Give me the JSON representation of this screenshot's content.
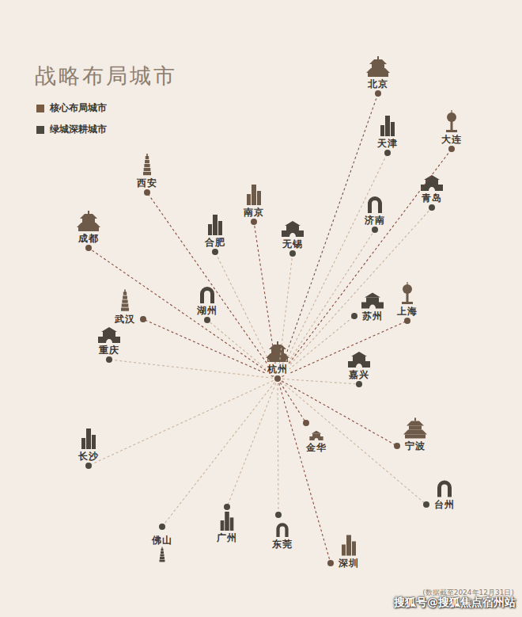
{
  "diagram": {
    "title": "战略布局城市",
    "nodes": [
      {
        "text": [
          "北京"
        ]
      },
      {
        "text": [
          "天津"
        ]
      },
      {
        "text": [
          "大连"
        ]
      },
      {
        "text": [
          "西安"
        ]
      },
      {
        "text": [
          "南京"
        ]
      },
      {
        "text": [
          "济南"
        ]
      },
      {
        "text": [
          "青岛"
        ]
      },
      {
        "text": [
          "成都"
        ]
      },
      {
        "text": [
          "合肥"
        ]
      },
      {
        "text": [
          "无锡"
        ]
      },
      {
        "text": [
          "湖州"
        ]
      },
      {
        "text": [
          "苏州"
        ]
      },
      {
        "text": [
          "上海"
        ]
      },
      {
        "text": [
          "武汉"
        ]
      },
      {
        "text": [
          "重庆"
        ]
      },
      {
        "text": [
          "杭州"
        ]
      },
      {
        "text": [
          "嘉兴"
        ]
      },
      {
        "text": [
          "金华"
        ]
      },
      {
        "text": [
          "宁波"
        ]
      },
      {
        "text": [
          "长沙"
        ]
      },
      {
        "text": [
          "台州"
        ]
      },
      {
        "text": [
          "广州"
        ]
      },
      {
        "text": [
          "东莞"
        ]
      },
      {
        "text": [
          "佛山"
        ]
      },
      {
        "text": [
          "深圳"
        ]
      }
    ],
    "edges": [
      {
        "from": 15,
        "to": 0,
        "arrow": "none"
      },
      {
        "from": 15,
        "to": 1,
        "arrow": "none"
      },
      {
        "from": 15,
        "to": 2,
        "arrow": "none"
      },
      {
        "from": 15,
        "to": 3,
        "arrow": "none"
      },
      {
        "from": 15,
        "to": 4,
        "arrow": "none"
      },
      {
        "from": 15,
        "to": 5,
        "arrow": "none"
      },
      {
        "from": 15,
        "to": 6,
        "arrow": "none"
      },
      {
        "from": 15,
        "to": 7,
        "arrow": "none"
      },
      {
        "from": 15,
        "to": 8,
        "arrow": "none"
      },
      {
        "from": 15,
        "to": 9,
        "arrow": "none"
      },
      {
        "from": 15,
        "to": 10,
        "arrow": "none"
      },
      {
        "from": 15,
        "to": 11,
        "arrow": "none"
      },
      {
        "from": 15,
        "to": 12,
        "arrow": "none"
      },
      {
        "from": 15,
        "to": 13,
        "arrow": "none"
      },
      {
        "from": 15,
        "to": 14,
        "arrow": "none"
      },
      {
        "from": 15,
        "to": 16,
        "arrow": "none"
      },
      {
        "from": 15,
        "to": 17,
        "arrow": "none"
      },
      {
        "from": 15,
        "to": 18,
        "arrow": "none"
      },
      {
        "from": 15,
        "to": 19,
        "arrow": "none"
      },
      {
        "from": 15,
        "to": 20,
        "arrow": "none"
      },
      {
        "from": 15,
        "to": 21,
        "arrow": "none"
      },
      {
        "from": 15,
        "to": 22,
        "arrow": "none"
      },
      {
        "from": 15,
        "to": 23,
        "arrow": "none"
      },
      {
        "from": 15,
        "to": 24,
        "arrow": "none"
      }
    ],
    "labels": [
      "(数据截至2024年12月31日)",
      "搜狐号@搜狐焦点宿州站"
    ],
    "legend": [
      {
        "text": "核心布局城市",
        "color": "#7a5c45"
      },
      {
        "text": "绿城深耕城市",
        "color": "#4c4940"
      }
    ]
  }
}
